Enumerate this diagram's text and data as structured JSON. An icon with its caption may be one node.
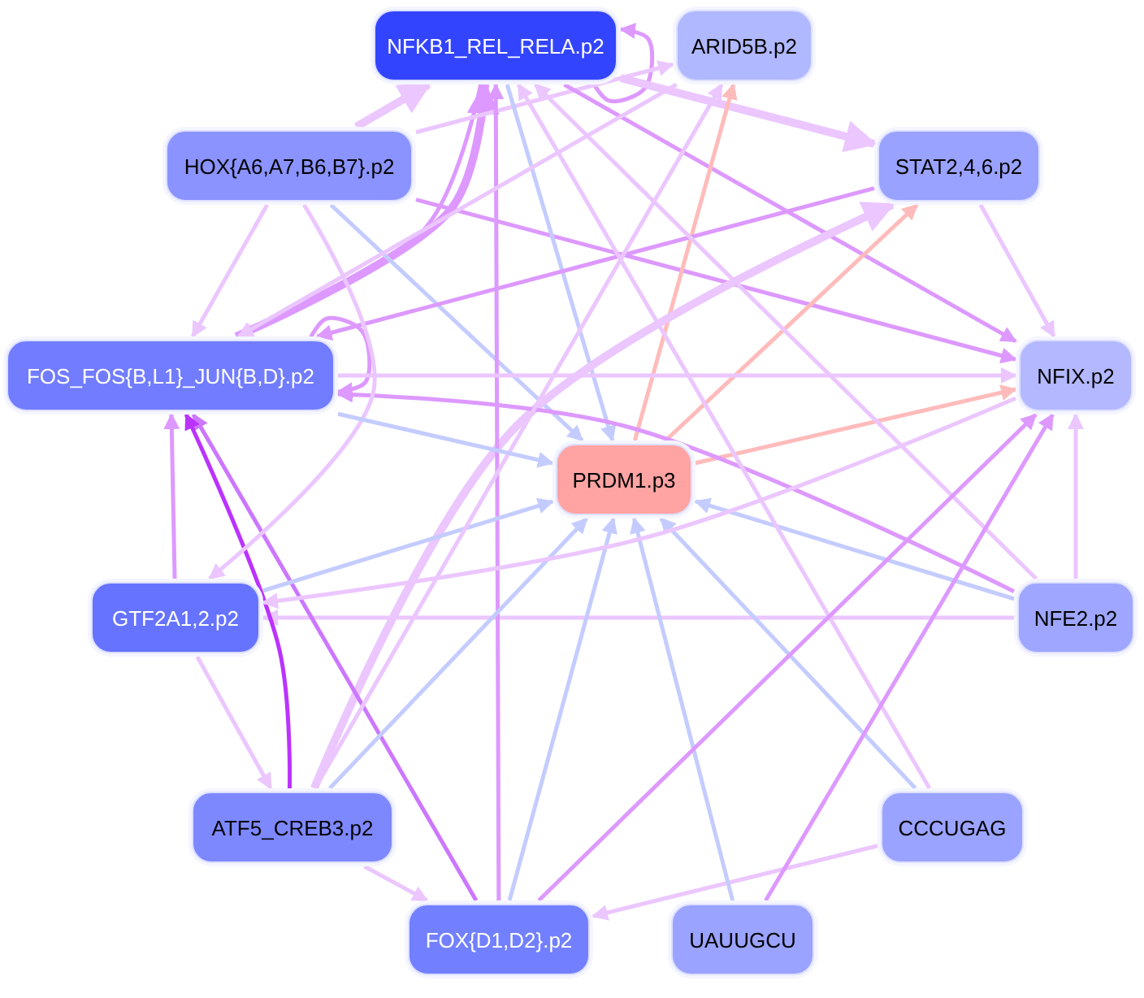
{
  "diagram": {
    "nodes": [
      {
        "text": [
          "NFKB1_REL_RELA.p2"
        ]
      },
      {
        "text": [
          "ARID5B.p2"
        ]
      },
      {
        "text": [
          "STAT2,4,6.p2"
        ]
      },
      {
        "text": [
          "NFIX.p2"
        ]
      },
      {
        "text": [
          "PRDM1.p3"
        ]
      },
      {
        "text": [
          "NFE2.p2"
        ]
      },
      {
        "text": [
          "CCCUGAG"
        ]
      },
      {
        "text": [
          "UAUUGCU"
        ]
      },
      {
        "text": [
          "FOX{D1,D2}.p2"
        ]
      },
      {
        "text": [
          "ATF5_CREB3.p2"
        ]
      },
      {
        "text": [
          "GTF2A1,2.p2"
        ]
      },
      {
        "text": [
          "FOS_FOS{B,L1}_JUN{B,D}.p2"
        ]
      },
      {
        "text": [
          "HOX{A6,A7,B6,B7}.p2"
        ]
      }
    ],
    "edges": [
      {
        "from": 0,
        "to": 0,
        "arrow": "to",
        "color": "#dd99ff"
      },
      {
        "from": 11,
        "to": 11,
        "arrow": "to",
        "color": "#dd99ff"
      },
      {
        "from": 12,
        "to": 11,
        "arrow": "to"
      },
      {
        "from": 12,
        "to": 0,
        "arrow": "to",
        "style": "thick"
      },
      {
        "from": 11,
        "to": 0,
        "arrow": "to",
        "color": "#dd99ff",
        "style": "thick"
      },
      {
        "from": 0,
        "to": 11,
        "arrow": "to",
        "color": "#dd99ff"
      },
      {
        "from": 12,
        "to": 4,
        "arrow": "to",
        "color": "#c4ccff"
      },
      {
        "from": 12,
        "to": 3,
        "arrow": "to",
        "color": "#dd99ff"
      },
      {
        "from": 12,
        "to": 1,
        "arrow": "to"
      },
      {
        "from": 0,
        "to": 4,
        "arrow": "to",
        "color": "#c4ccff"
      },
      {
        "from": 0,
        "to": 3,
        "arrow": "to",
        "color": "#dd99ff"
      },
      {
        "from": 0,
        "to": 2,
        "arrow": "to",
        "style": "thick"
      },
      {
        "from": 4,
        "to": 1,
        "arrow": "to",
        "color": "#ffbbbb"
      },
      {
        "from": 4,
        "to": 2,
        "arrow": "to",
        "color": "#ffbbbb"
      },
      {
        "from": 4,
        "to": 3,
        "arrow": "to",
        "color": "#ffbbbb"
      },
      {
        "from": 2,
        "to": 3,
        "arrow": "to"
      },
      {
        "from": 2,
        "to": 11,
        "arrow": "to",
        "color": "#dd99ff"
      },
      {
        "from": 9,
        "to": 2,
        "arrow": "to",
        "style": "thick"
      },
      {
        "from": 5,
        "to": 4,
        "arrow": "to",
        "color": "#c4ccff"
      },
      {
        "from": 5,
        "to": 10,
        "arrow": "to"
      },
      {
        "from": 5,
        "to": 3,
        "arrow": "to"
      },
      {
        "from": 5,
        "to": 11,
        "arrow": "to",
        "color": "#dd99ff"
      },
      {
        "from": 5,
        "to": 0,
        "arrow": "to"
      },
      {
        "from": 6,
        "to": 4,
        "arrow": "to",
        "color": "#c4ccff"
      },
      {
        "from": 6,
        "to": 8,
        "arrow": "to"
      },
      {
        "from": 6,
        "to": 0,
        "arrow": "to"
      },
      {
        "from": 7,
        "to": 4,
        "arrow": "to",
        "color": "#c4ccff"
      },
      {
        "from": 7,
        "to": 3,
        "arrow": "to",
        "color": "#dd99ff"
      },
      {
        "from": 8,
        "to": 4,
        "arrow": "to",
        "color": "#c4ccff"
      },
      {
        "from": 8,
        "to": 3,
        "arrow": "to",
        "color": "#dd99ff"
      },
      {
        "from": 8,
        "to": 11,
        "arrow": "to",
        "color": "#cc77ff"
      },
      {
        "from": 8,
        "to": 0,
        "arrow": "to",
        "color": "#dd99ff"
      },
      {
        "from": 9,
        "to": 11,
        "arrow": "to",
        "color": "#bb33ff"
      },
      {
        "from": 10,
        "to": 11,
        "arrow": "to",
        "color": "#dd99ff"
      },
      {
        "from": 9,
        "to": 8,
        "arrow": "to"
      },
      {
        "from": 10,
        "to": 9,
        "arrow": "to"
      },
      {
        "from": 10,
        "to": 4,
        "arrow": "to",
        "color": "#c4ccff"
      },
      {
        "from": 9,
        "to": 4,
        "arrow": "to",
        "color": "#c4ccff"
      },
      {
        "from": 9,
        "to": 1,
        "arrow": "to"
      },
      {
        "from": 12,
        "to": 10,
        "arrow": "to"
      },
      {
        "from": 11,
        "to": 4,
        "arrow": "to",
        "color": "#c4ccff"
      },
      {
        "from": 11,
        "to": 3,
        "arrow": "to"
      },
      {
        "from": 3,
        "to": 10,
        "arrow": "to"
      },
      {
        "from": 1,
        "to": 11,
        "arrow": "to"
      }
    ]
  }
}
